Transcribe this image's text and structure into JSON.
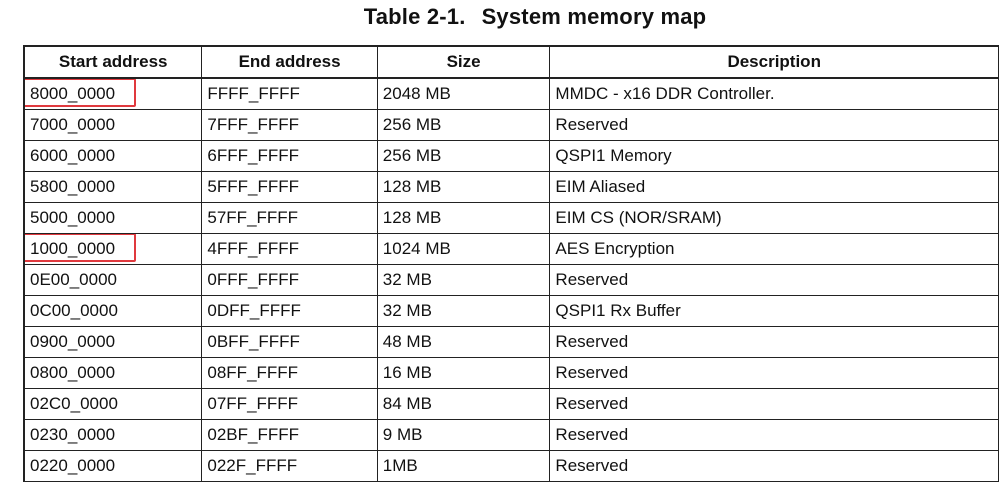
{
  "title": {
    "number": "Table 2-1.",
    "text": "System memory map"
  },
  "columns": [
    "Start address",
    "End address",
    "Size",
    "Description"
  ],
  "rows": [
    {
      "start": "8000_0000",
      "end": "FFFF_FFFF",
      "size": "2048 MB",
      "desc": "MMDC - x16 DDR Controller.",
      "highlighted": true
    },
    {
      "start": "7000_0000",
      "end": "7FFF_FFFF",
      "size": "256 MB",
      "desc": "Reserved",
      "highlighted": false
    },
    {
      "start": "6000_0000",
      "end": "6FFF_FFFF",
      "size": "256 MB",
      "desc": "QSPI1 Memory",
      "highlighted": false
    },
    {
      "start": "5800_0000",
      "end": "5FFF_FFFF",
      "size": "128 MB",
      "desc": "EIM Aliased",
      "highlighted": false
    },
    {
      "start": "5000_0000",
      "end": "57FF_FFFF",
      "size": "128 MB",
      "desc": "EIM CS (NOR/SRAM)",
      "highlighted": false
    },
    {
      "start": "1000_0000",
      "end": "4FFF_FFFF",
      "size": "1024 MB",
      "desc": "AES Encryption",
      "highlighted": true
    },
    {
      "start": "0E00_0000",
      "end": "0FFF_FFFF",
      "size": "32 MB",
      "desc": "Reserved",
      "highlighted": false
    },
    {
      "start": "0C00_0000",
      "end": "0DFF_FFFF",
      "size": "32 MB",
      "desc": "QSPI1 Rx Buffer",
      "highlighted": false
    },
    {
      "start": "0900_0000",
      "end": "0BFF_FFFF",
      "size": "48 MB",
      "desc": "Reserved",
      "highlighted": false
    },
    {
      "start": "0800_0000",
      "end": "08FF_FFFF",
      "size": "16 MB",
      "desc": "Reserved",
      "highlighted": false
    },
    {
      "start": "02C0_0000",
      "end": "07FF_FFFF",
      "size": "84 MB",
      "desc": "Reserved",
      "highlighted": false
    },
    {
      "start": "0230_0000",
      "end": "02BF_FFFF",
      "size": "9 MB",
      "desc": "Reserved",
      "highlighted": false
    },
    {
      "start": "0220_0000",
      "end": "022F_FFFF",
      "size": "1MB",
      "desc": "Reserved",
      "highlighted": false
    }
  ],
  "highlight_color": "#e0393e"
}
